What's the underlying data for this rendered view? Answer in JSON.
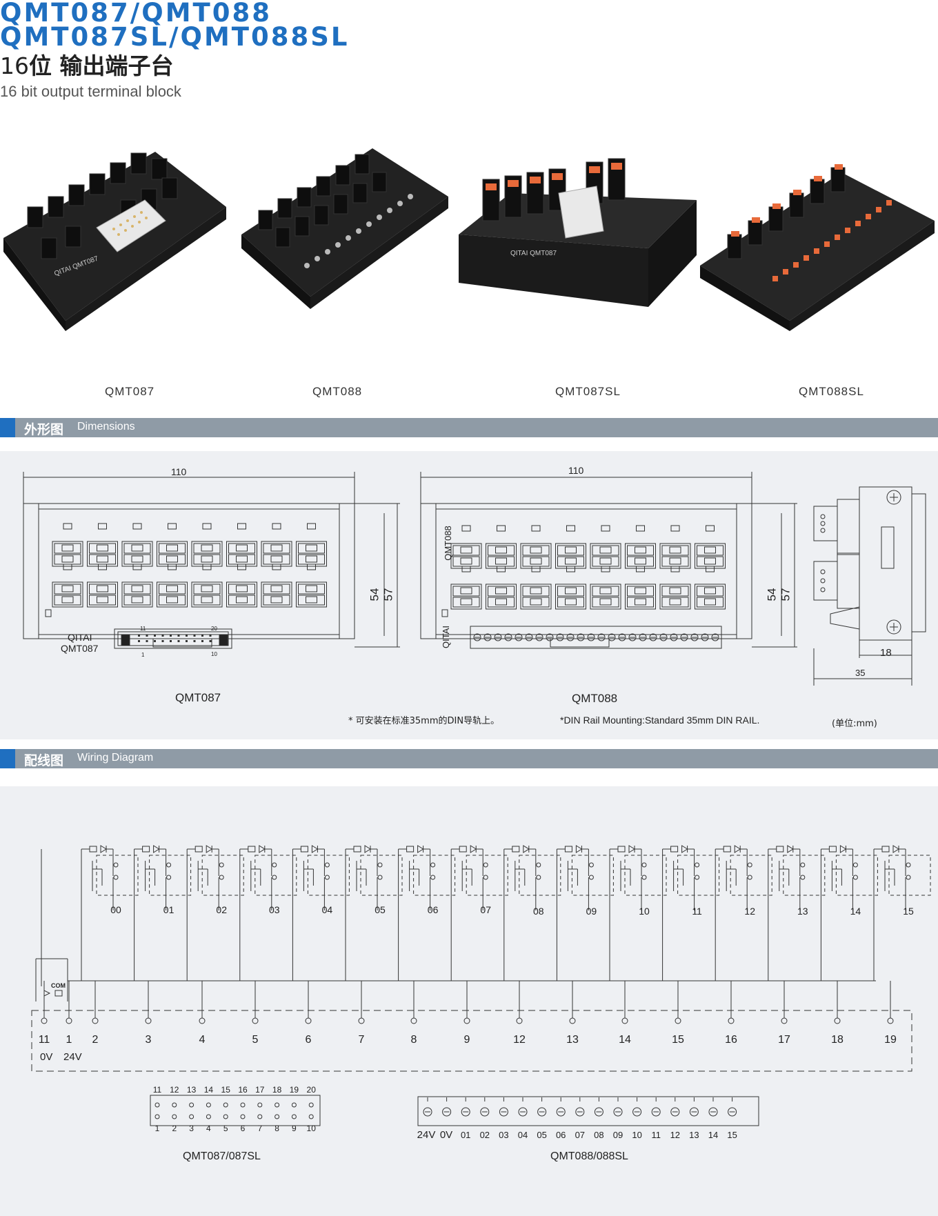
{
  "header": {
    "line1": "QMT087/QMT088",
    "line2": "QMT087SL/QMT088SL",
    "line3_num": "16",
    "line3_cn": "位 输出端子台",
    "line4": "16 bit output terminal block"
  },
  "products": [
    {
      "label": "QMT087"
    },
    {
      "label": "QMT088"
    },
    {
      "label": "QMT087SL"
    },
    {
      "label": "QMT088SL"
    }
  ],
  "sections": {
    "dimensions": {
      "cn": "外形图",
      "en": "Dimensions"
    },
    "wiring": {
      "cn": "配线图",
      "en": "Wiring Diagram"
    }
  },
  "dimensions": {
    "width_left": "110",
    "width_right": "110",
    "h54": "54",
    "h57": "57",
    "h54b": "54",
    "h57b": "57",
    "side18": "18",
    "side35": "35",
    "brand": "QITAI",
    "model_left": "QMT087",
    "model_right": "QMT088",
    "conn_11": "11",
    "conn_20": "20",
    "conn_1": "1",
    "conn_10": "10",
    "caption_left": "QMT087",
    "caption_right": "QMT088",
    "note_cn": "* 可安装在标准35mm的DIN导轨上。",
    "note_en": "*DIN Rail Mounting:Standard 35mm DIN RAIL.",
    "unit": "(单位:mm)"
  },
  "wiring": {
    "channels": [
      "00",
      "01",
      "02",
      "03",
      "04",
      "05",
      "06",
      "07",
      "08",
      "09",
      "10",
      "11",
      "12",
      "13",
      "14",
      "15"
    ],
    "com": "COM",
    "terminals": [
      "11",
      "1",
      "2",
      "3",
      "4",
      "5",
      "6",
      "7",
      "8",
      "9",
      "12",
      "13",
      "14",
      "15",
      "16",
      "17",
      "18",
      "19"
    ],
    "label_0v": "0V",
    "label_24v": "24V",
    "idc_top": [
      "11",
      "12",
      "13",
      "14",
      "15",
      "16",
      "17",
      "18",
      "19",
      "20"
    ],
    "idc_bottom": [
      "1",
      "2",
      "3",
      "4",
      "5",
      "6",
      "7",
      "8",
      "9",
      "10"
    ],
    "tb_labels": [
      "24V",
      "0V",
      "01",
      "02",
      "03",
      "04",
      "05",
      "06",
      "07",
      "08",
      "09",
      "10",
      "11",
      "12",
      "13",
      "14",
      "15"
    ],
    "caption_left": "QMT087/087SL",
    "caption_right": "QMT088/088SL"
  }
}
